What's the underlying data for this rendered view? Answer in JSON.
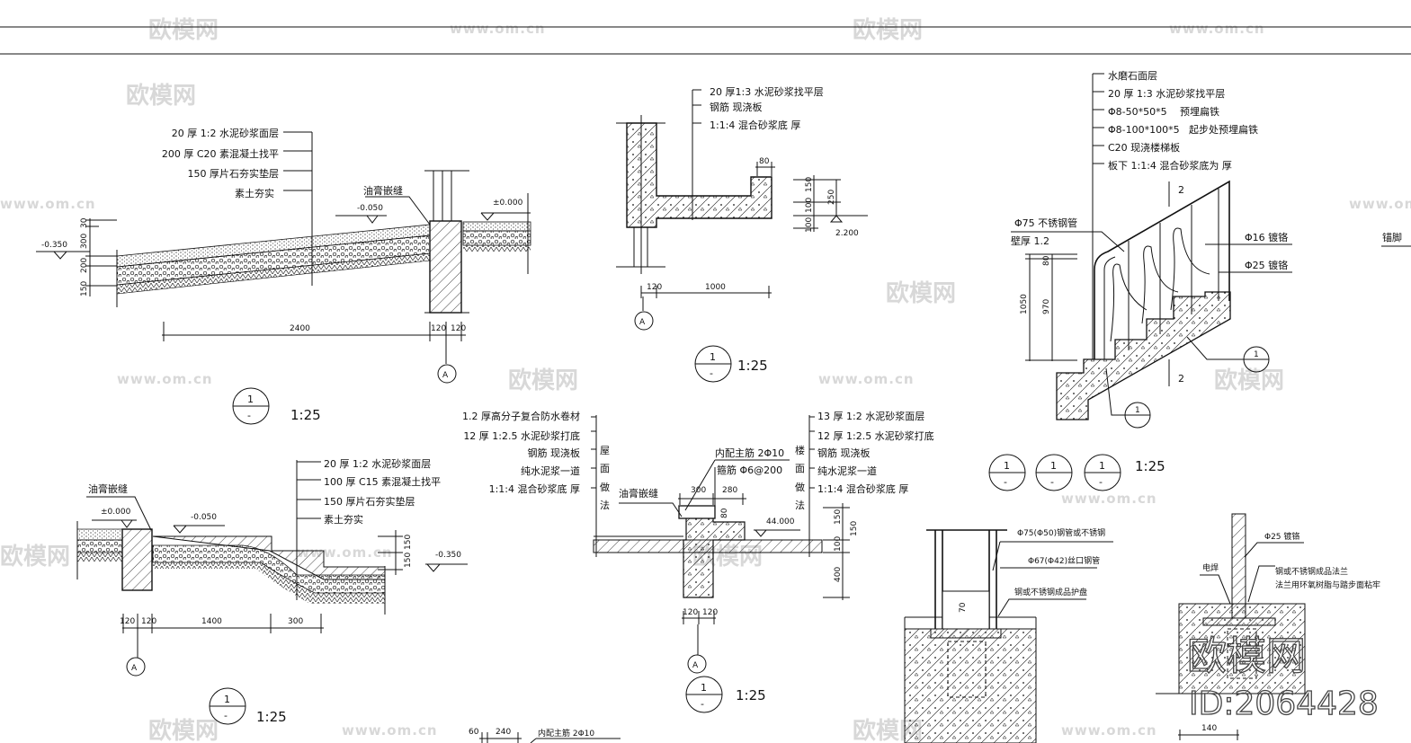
{
  "watermark": {
    "brand": "欧模网",
    "site": "www.om.cn",
    "id": "ID:2064428"
  },
  "detail_ramp_top": {
    "layers": [
      "20 厚 1:2 水泥砂浆面层",
      "200 厚 C20 素混凝土找平",
      "150 厚片石夯实垫层",
      "素土夯实"
    ],
    "joint": "油膏嵌缝",
    "elev_low": "-0.350",
    "elev_mid": "-0.050",
    "elev_zero": "±0.000",
    "dims": {
      "d2400": "2400",
      "d120a": "120",
      "d120b": "120",
      "v30": "30",
      "v300": "300",
      "v200": "200",
      "v150": "150"
    },
    "axis": "A",
    "section_num": "1",
    "section_sub": "-",
    "scale": "1:25"
  },
  "detail_canopy": {
    "layers": [
      "20 厚1:3 水泥砂浆找平层",
      "钢筋 现浇板",
      "1:1:4 混合砂浆底 厚"
    ],
    "dims": {
      "d80": "80",
      "d120": "120",
      "d1000": "1000",
      "v150": "150",
      "v100a": "100",
      "v100b": "100",
      "v250": "250"
    },
    "elev": "2.200",
    "axis": "A",
    "section_num": "1",
    "section_sub": "-",
    "scale": "1:25"
  },
  "detail_stair": {
    "layers": [
      "水磨石面层",
      "20 厚 1:3 水泥砂浆找平层",
      "Φ8-50*50*5",
      "Φ8-100*100*5",
      "C20 现浇楼梯板",
      "板下 1:1:4 混合砂浆底为 厚"
    ],
    "layer_notes": [
      "预埋扁铁",
      "起步处预埋扁铁"
    ],
    "pipe": "Φ75 不锈钢管",
    "wall": "壁厚 1.2",
    "bar16": "Φ16 镀铬",
    "bar25": "Φ25 镀铬",
    "cut": "2",
    "dims": {
      "h1050": "1050",
      "h970": "970",
      "h80": "80"
    },
    "section_num": "1",
    "section_sub": "-",
    "scale": "1:25",
    "anchor": "锚脚"
  },
  "detail_ramp_bottom": {
    "layers": [
      "20 厚 1:2 水泥砂浆面层",
      "100 厚 C15 素混凝土找平",
      "150 厚片石夯实垫层",
      "素土夯实"
    ],
    "joint": "油膏嵌缝",
    "elev_zero": "±0.000",
    "elev_mid": "-0.050",
    "elev_low": "-0.350",
    "dims": {
      "d120a": "120",
      "d120b": "120",
      "d1400": "1400",
      "d300": "300",
      "v150a": "150",
      "v150b": "150"
    },
    "axis": "A",
    "section_num": "1",
    "section_sub": "-",
    "scale": "1:25"
  },
  "detail_parapet": {
    "roof_layers": [
      "1.2 厚高分子复合防水卷材",
      "12 厚 1:2.5 水泥砂浆打底",
      "钢筋 现浇板",
      "纯水泥浆一道",
      "1:1:4 混合砂浆底 厚"
    ],
    "roof_title": [
      "屋",
      "面",
      "做",
      "法"
    ],
    "floor_layers": [
      "13 厚 1:2 水泥砂浆面层",
      "12 厚 1:2.5 水泥砂浆打底",
      "钢筋 现浇板",
      "纯水泥浆一道",
      "1:1:4 混合砂浆底 厚"
    ],
    "floor_title": [
      "楼",
      "面",
      "做",
      "法"
    ],
    "rebar_main": "内配主筋 2Φ10",
    "stirrup": "箍筋 Φ6@200",
    "joint": "油膏嵌缝",
    "elev": "44.000",
    "dims": {
      "d300": "300",
      "d280": "280",
      "d120a": "120",
      "d120b": "120",
      "v150a": "150",
      "v150b": "150",
      "v100": "100",
      "v400": "400",
      "v80": "80"
    },
    "axis": "A",
    "section_num": "1",
    "section_sub": "-",
    "scale": "1:25"
  },
  "detail_post": {
    "tube": "Φ75(Φ50)钢管或不锈钢",
    "thread": "Φ67(Φ42)丝口钢管",
    "cover": "钢或不锈钢成品护盘",
    "d70": "70"
  },
  "detail_anchor": {
    "bar": "Φ25 镀铬",
    "weld": "电焊",
    "flange1": "钢或不锈钢成品法兰",
    "flange2": "法兰用环氧树脂与踏步面粘牢",
    "d140": "140"
  },
  "detail_bottom_strip": {
    "d60": "60",
    "d240": "240",
    "rebar": "内配主筋 2Φ10"
  }
}
